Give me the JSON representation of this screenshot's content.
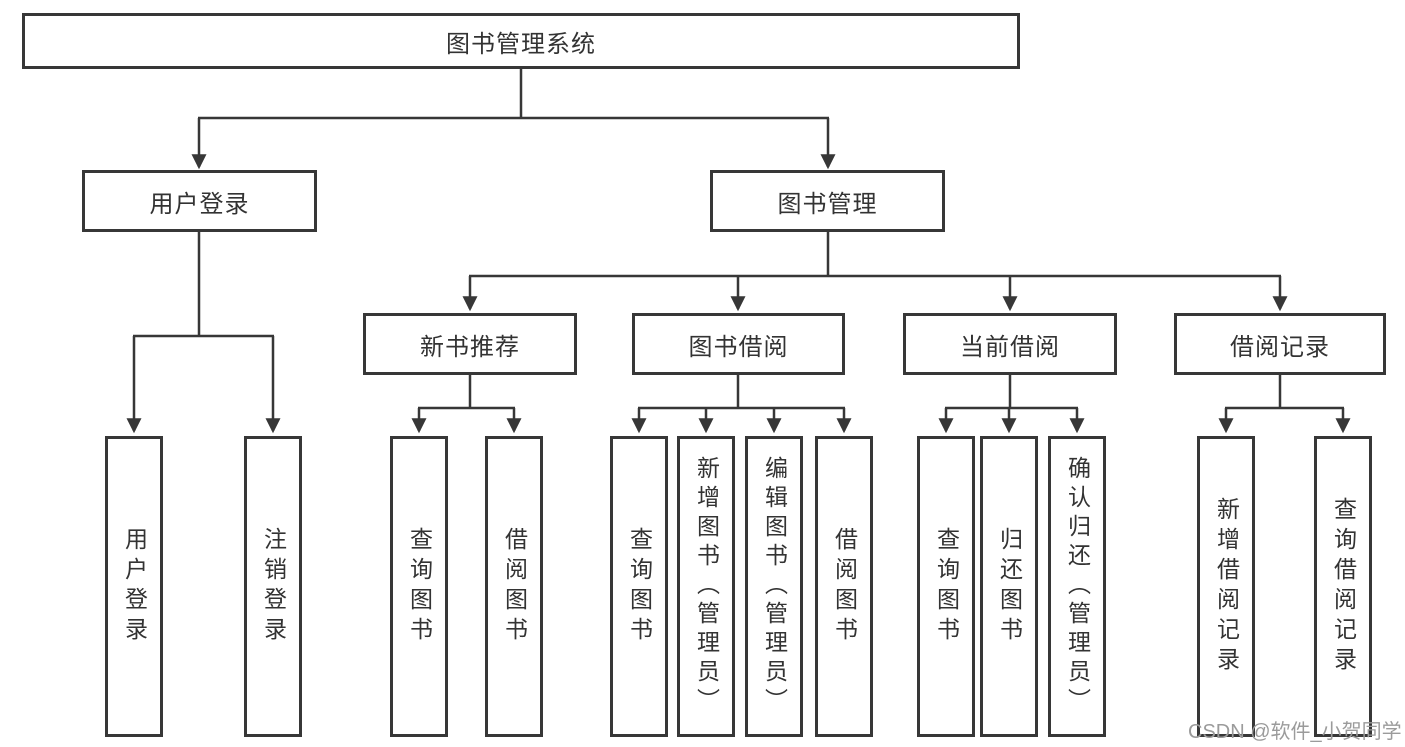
{
  "colors": {
    "line": "#373737",
    "box_border": "#373737",
    "text": "#333333",
    "watermark": "#9b9b9b",
    "background": "#ffffff"
  },
  "tree": {
    "root": {
      "label": "图书管理系统"
    },
    "children": [
      {
        "label": "用户登录",
        "children": [
          {
            "label": "用户登录"
          },
          {
            "label": "注销登录"
          }
        ]
      },
      {
        "label": "图书管理",
        "children": [
          {
            "label": "新书推荐",
            "children": [
              {
                "label": "查询图书"
              },
              {
                "label": "借阅图书"
              }
            ]
          },
          {
            "label": "图书借阅",
            "children": [
              {
                "label": "查询图书"
              },
              {
                "label": "新增图书（管理员）"
              },
              {
                "label": "编辑图书（管理员）"
              },
              {
                "label": "借阅图书"
              }
            ]
          },
          {
            "label": "当前借阅",
            "children": [
              {
                "label": "查询图书"
              },
              {
                "label": "归还图书"
              },
              {
                "label": "确认归还（管理员）"
              }
            ]
          },
          {
            "label": "借阅记录",
            "children": [
              {
                "label": "新增借阅记录"
              },
              {
                "label": "查询借阅记录"
              }
            ]
          }
        ]
      }
    ]
  },
  "watermark": {
    "text": "CSDN @软件_小贺同学"
  }
}
